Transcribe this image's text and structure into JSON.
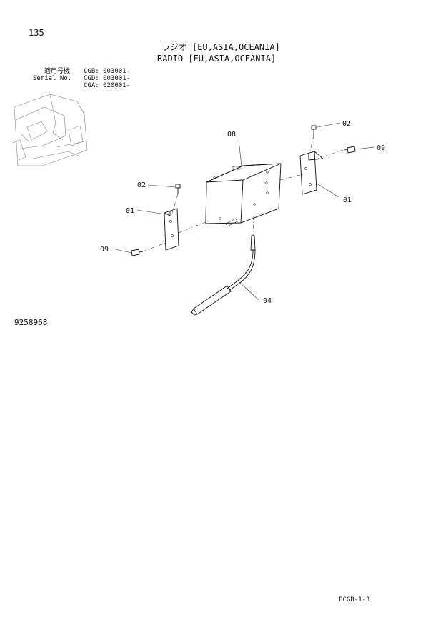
{
  "header": {
    "page_number": "135",
    "title_jp": "ラジオ [EU,ASIA,OCEANIA]",
    "title_en": "RADIO [EU,ASIA,OCEANIA]"
  },
  "serial": {
    "label_jp": "適用号機",
    "label_en": "Serial No.",
    "cgb": "CGB: 003001-",
    "cgd": "CGD: 003001-",
    "cga": "CGA: 020001-"
  },
  "callouts": {
    "bracket_left": "01",
    "bracket_right": "01",
    "screw_left": "02",
    "screw_right": "02",
    "antenna_cable": "04",
    "radio": "08",
    "bolt_left": "09",
    "bolt_right": "09"
  },
  "footer": {
    "drawing_number": "9258968",
    "page_code": "PCGB-1-3"
  }
}
